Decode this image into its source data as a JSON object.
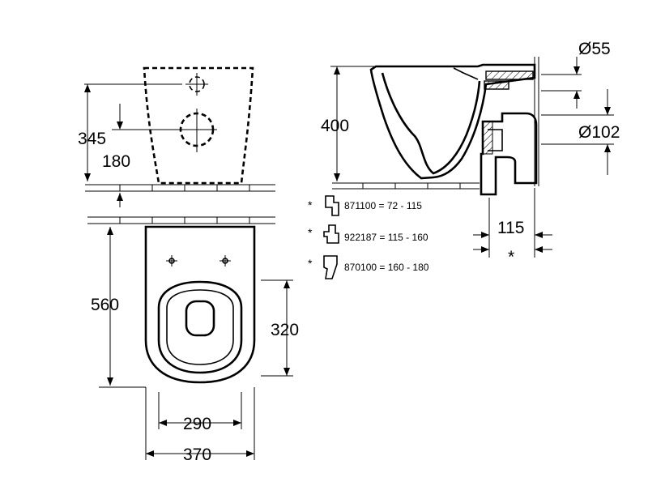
{
  "front_view": {
    "dim_height": "345",
    "dim_inlet": "180"
  },
  "side_view": {
    "dim_height": "400",
    "dim_diameter_small": "Ø55",
    "dim_diameter_large": "Ø102",
    "dim_offset": "115",
    "dim_variable": "*"
  },
  "top_view": {
    "dim_length": "560",
    "dim_opening": "320",
    "dim_inner_width": "290",
    "dim_outer_width": "370"
  },
  "accessories": [
    {
      "marker": "*",
      "text": "871100 = 72 - 115"
    },
    {
      "marker": "*",
      "text": "922187 = 115 - 160"
    },
    {
      "marker": "*",
      "text": "870100 = 160 - 180"
    }
  ]
}
